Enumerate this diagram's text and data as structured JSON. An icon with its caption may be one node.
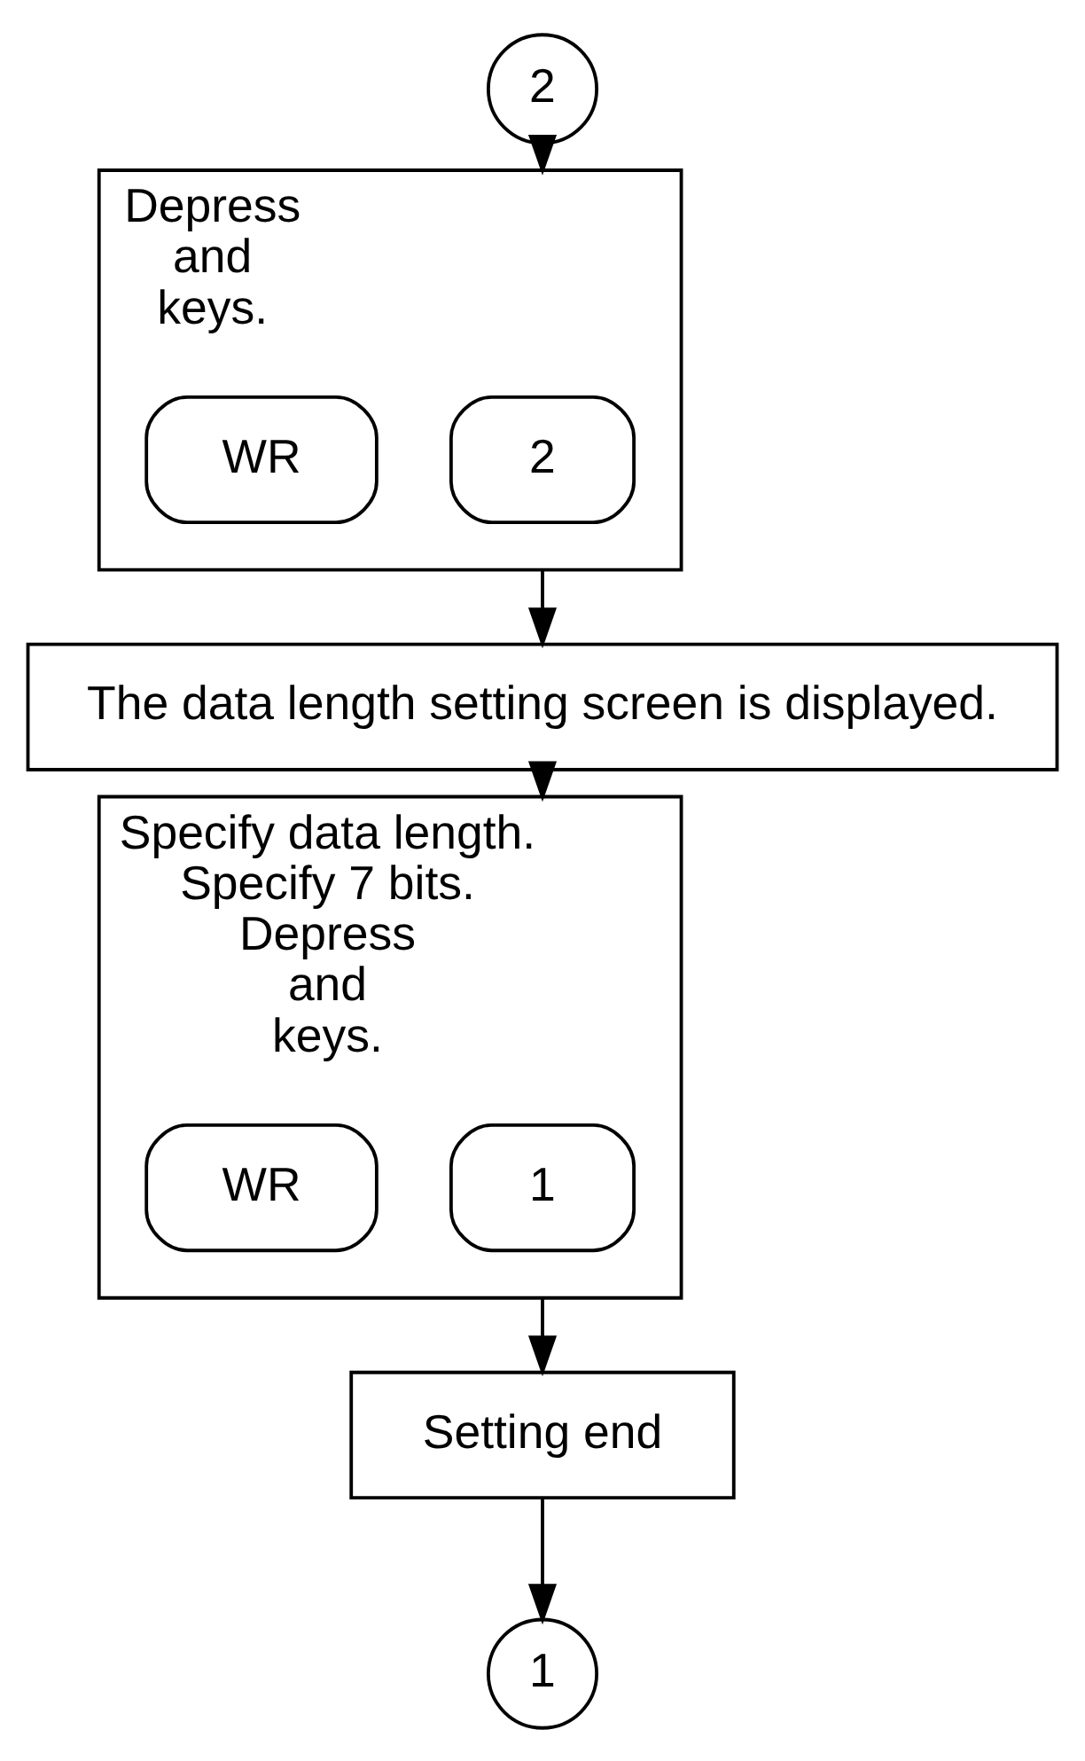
{
  "diagram": {
    "nodes": [
      {
        "text": [
          "2"
        ]
      },
      {
        "text": [
          "Depress",
          "and",
          "keys."
        ]
      },
      {
        "text": [
          "2"
        ],
        "in": 1
      },
      {
        "text": [
          "WR"
        ],
        "in": 1
      },
      {
        "text": [
          "The data length setting screen is displayed."
        ]
      },
      {
        "text": [
          "Specify data length.",
          "Specify 7 bits.",
          "Depress",
          "and",
          "keys."
        ]
      },
      {
        "text": [
          "1"
        ],
        "in": 5
      },
      {
        "text": [
          "WR"
        ],
        "in": 5
      },
      {
        "text": [
          "Setting end"
        ]
      },
      {
        "text": [
          "1"
        ]
      }
    ],
    "edges": [
      {
        "from": 0,
        "to": 1,
        "arrow": "to"
      },
      {
        "from": 1,
        "to": 4,
        "arrow": "to"
      },
      {
        "from": 4,
        "to": 5,
        "arrow": "to"
      },
      {
        "from": 5,
        "to": 8,
        "arrow": "to"
      },
      {
        "from": 8,
        "to": 9,
        "arrow": "to"
      }
    ]
  }
}
